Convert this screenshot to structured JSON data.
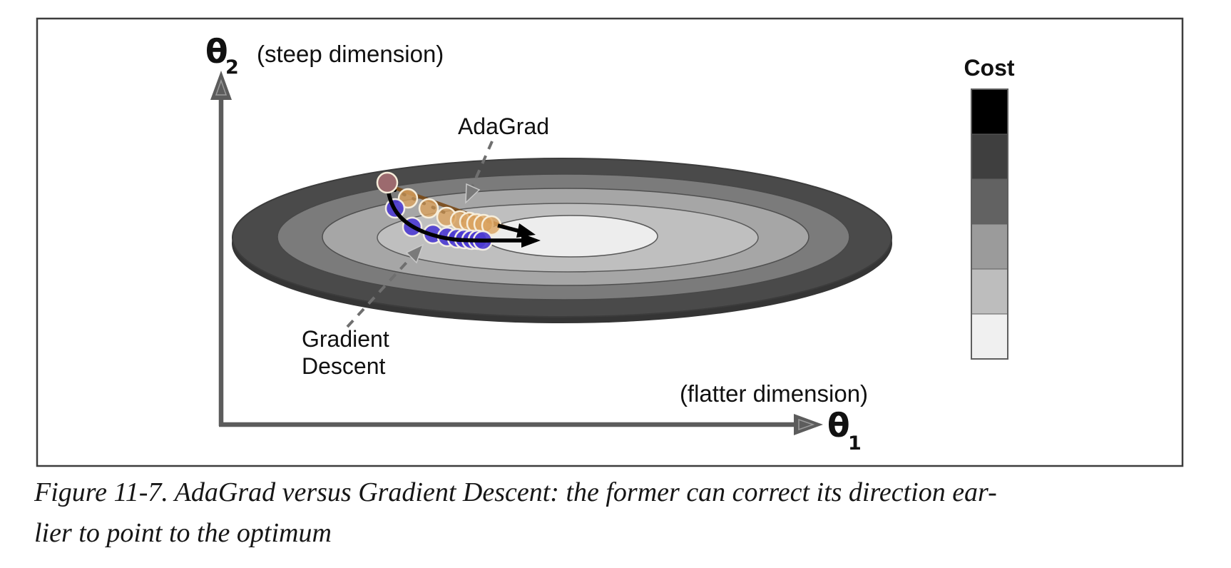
{
  "figure": {
    "caption_line1": "Figure 11-7. AdaGrad versus Gradient Descent: the former can correct its direction ear-",
    "caption_line2": "lier to point to the optimum"
  },
  "axes": {
    "y_symbol": "θ",
    "y_subscript": "2",
    "y_note": "(steep dimension)",
    "x_symbol": "θ",
    "x_subscript": "1",
    "x_note": "(flatter dimension)",
    "axis_color": "#5c5c5c"
  },
  "legend": {
    "title": "Cost",
    "swatch_colors": [
      "#000000",
      "#3f3f3f",
      "#626262",
      "#9b9b9b",
      "#bdbdbd",
      "#f0f0f0"
    ],
    "border_color": "#5f5f5f"
  },
  "annotations": {
    "adagrad_label": "AdaGrad",
    "gd_label_line1": "Gradient",
    "gd_label_line2": "Descent",
    "arrow_color": "#6f6f6f"
  },
  "path_style": {
    "adagrad_trail_color": "#7a4a16",
    "step_arrow_color": "#000000"
  },
  "chart_data": {
    "type": "contour_diagram",
    "title": "",
    "xlabel": "θ1 (flatter dimension)",
    "ylabel": "θ2 (steep dimension)",
    "legend_title": "Cost",
    "legend_position": "right",
    "description": "Elliptical cost contours (darker = higher cost); AdaGrad and Gradient Descent both start at the same point; AdaGrad corrects its direction earlier to point toward the optimum at the contour center.",
    "contours": [
      {
        "cx": 788,
        "cy": 341,
        "rx": 463,
        "ry": 112,
        "fill": "#353535",
        "stroke": "none",
        "sw": 0
      },
      {
        "cx": 788,
        "cy": 333,
        "rx": 462,
        "ry": 111,
        "fill": "#4a4a4a",
        "stroke": "#3c3c3c",
        "sw": 2
      },
      {
        "cx": 790,
        "cy": 332,
        "rx": 401,
        "ry": 88,
        "fill": "#7b7b7b",
        "stroke": "#484848",
        "sw": 1.5
      },
      {
        "cx": 793,
        "cy": 332,
        "rx": 341,
        "ry": 68,
        "fill": "#a6a6a6",
        "stroke": "#4f4f4f",
        "sw": 1.5
      },
      {
        "cx": 796,
        "cy": 333,
        "rx": 267,
        "ry": 48,
        "fill": "#bfbfbf",
        "stroke": "#5a5a5a",
        "sw": 1.5
      },
      {
        "cx": 800,
        "cy": 331,
        "rx": 122,
        "ry": 29,
        "fill": "#ededed",
        "stroke": "#5a5a5a",
        "sw": 1.5
      }
    ],
    "series": [
      {
        "name": "AdaGrad",
        "marker": "adagrad-step-dot",
        "color": "#dba35f",
        "stroke": "#f6edda",
        "opacity": 0.8,
        "r": 13,
        "points": [
          [
            572,
            278
          ],
          [
            601,
            292
          ],
          [
            626,
            304
          ],
          [
            645,
            309
          ],
          [
            658,
            311
          ],
          [
            668,
            313
          ],
          [
            678,
            314
          ],
          [
            689,
            316
          ]
        ]
      },
      {
        "name": "Gradient Descent",
        "marker": "gradient-descent-step-dot",
        "color": "#4b3ad2",
        "stroke": "#f2ede4",
        "opacity": 0.9,
        "r": 13,
        "points": [
          [
            554,
            292
          ],
          [
            578,
            318
          ],
          [
            607,
            328
          ],
          [
            627,
            332
          ],
          [
            641,
            334
          ],
          [
            651,
            335
          ],
          [
            661,
            336
          ],
          [
            670,
            336
          ],
          [
            677,
            337
          ]
        ]
      },
      {
        "name": "Start point",
        "marker": "start-dot",
        "color": "#9c6a6e",
        "stroke": "#f6edda",
        "opacity": 1,
        "r": 14,
        "points": [
          [
            543,
            256
          ]
        ]
      }
    ]
  }
}
